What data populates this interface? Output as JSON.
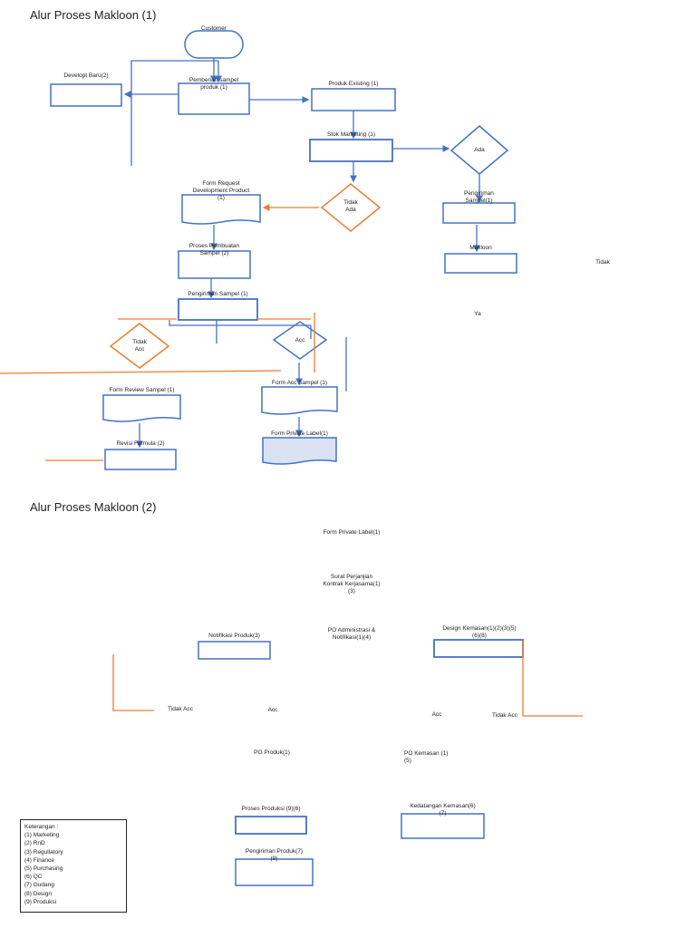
{
  "section1": {
    "title": "Alur Proses Makloon (1)",
    "labels": {
      "customer": "Customer",
      "develop_baru": "Developt Baru(2)",
      "pemberian": "Pemberian sampel\nproduk  (1)",
      "produk_existing": "Produk Existing (1)",
      "stok_marketing": "Stok Marketing (1)",
      "ada": "Ada",
      "tidak_ada": "Tidak\nAda",
      "form_request": "Form Request\nDevelopment Product\n(1)",
      "pengiriman_sampel_top": "Pengiriman\nSampel(1)",
      "makloon": "Makloon",
      "tidak_right": "Tidak",
      "proses_pembuatan": "Proses Pembuatan\nSampel (2)",
      "pengiriman_sampel": "Pengiriman  Sampel (1)",
      "ya": "Ya",
      "tidak_acc": "Tidak\nAcc",
      "acc": "Acc",
      "form_review": "Form Review Sampel (1)",
      "form_acc": "Form Acc Sampel (1)",
      "revisi_formula": "Revisi Formula (2)",
      "form_private": "Form Private  Label(1)"
    }
  },
  "section2": {
    "title": "Alur Proses Makloon (2)",
    "labels": {
      "form_private": "Form Private  Label(1)",
      "surat": "Surat Perjanjian\nKontrak Kerjasama(1)\n(3)",
      "po_admin": "PO Administrasi &\nNotifikasi(1)(4)",
      "design_kemasan": "Design Kemasan(1)(2)(3)(5)\n(6)(8)",
      "notifikasi_produk": "Notifikasi Produk(3)",
      "tidak_acc_left": "Tidak Acc",
      "acc_left": "Acc",
      "acc_right": "Acc",
      "tidak_acc_right": "Tidak Acc",
      "po_produk": "PO Produk(1)",
      "po_kemasan": "PO Kemasan (1)\n(5)",
      "proses_produksi": "Proses Produksi (9)(6)",
      "kedatangan_kemasan": "Kedatangan Kemasan(6)\n(7)",
      "pengiriman_produk": "Pengiriman Produk(7)\n(9)"
    }
  },
  "legend": {
    "title": "Keterangan :",
    "items": [
      "(1) Marketing",
      "(2) RnD",
      "(3) Regullatory",
      "(4) Finance",
      "(5) Purchasing",
      "(6) QC",
      "(7) Gudang",
      "(8) Design",
      "(9) Produksi"
    ]
  },
  "colors": {
    "blue": "#4472c4",
    "orange": "#ed7d31",
    "fill_light": "#d9e1f2"
  }
}
